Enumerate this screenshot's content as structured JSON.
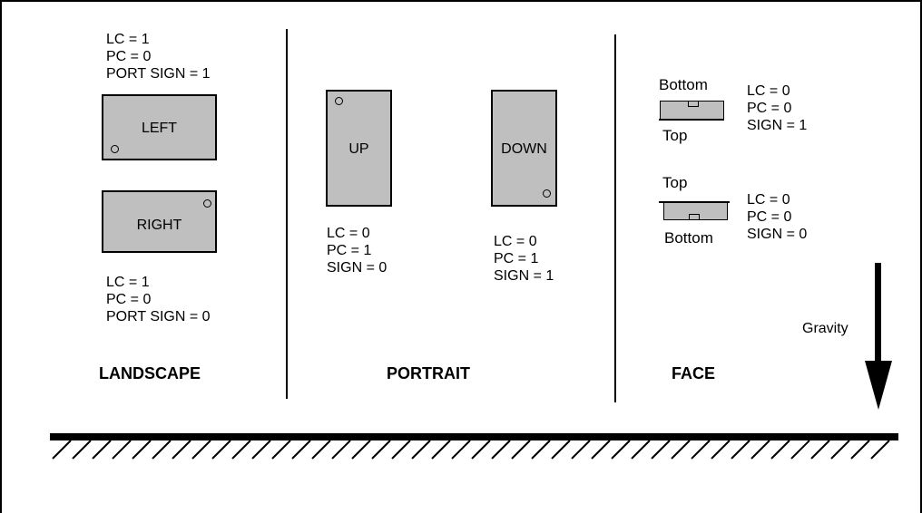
{
  "landscape": {
    "left": {
      "label": "LEFT",
      "lc": "LC = 1",
      "pc": "PC = 0",
      "sign": "PORT SIGN = 1"
    },
    "right": {
      "label": "RIGHT",
      "lc": "LC = 1",
      "pc": "PC = 0",
      "sign": "PORT SIGN = 0"
    },
    "heading": "LANDSCAPE"
  },
  "portrait": {
    "up": {
      "label": "UP",
      "lc": "LC = 0",
      "pc": "PC = 1",
      "sign": "SIGN = 0"
    },
    "down": {
      "label": "DOWN",
      "lc": "LC = 0",
      "pc": "PC = 1",
      "sign": "SIGN = 1"
    },
    "heading": "PORTRAIT"
  },
  "face": {
    "first": {
      "above": "Bottom",
      "below": "Top",
      "lc": "LC = 0",
      "pc": "PC = 0",
      "sign": "SIGN = 1"
    },
    "second": {
      "above": "Top",
      "below": "Bottom",
      "lc": "LC = 0",
      "pc": "PC = 0",
      "sign": "SIGN = 0"
    },
    "heading": "FACE"
  },
  "gravity_label": "Gravity",
  "colors": {
    "device_fill": "#bfbfbf",
    "line": "#000000"
  }
}
